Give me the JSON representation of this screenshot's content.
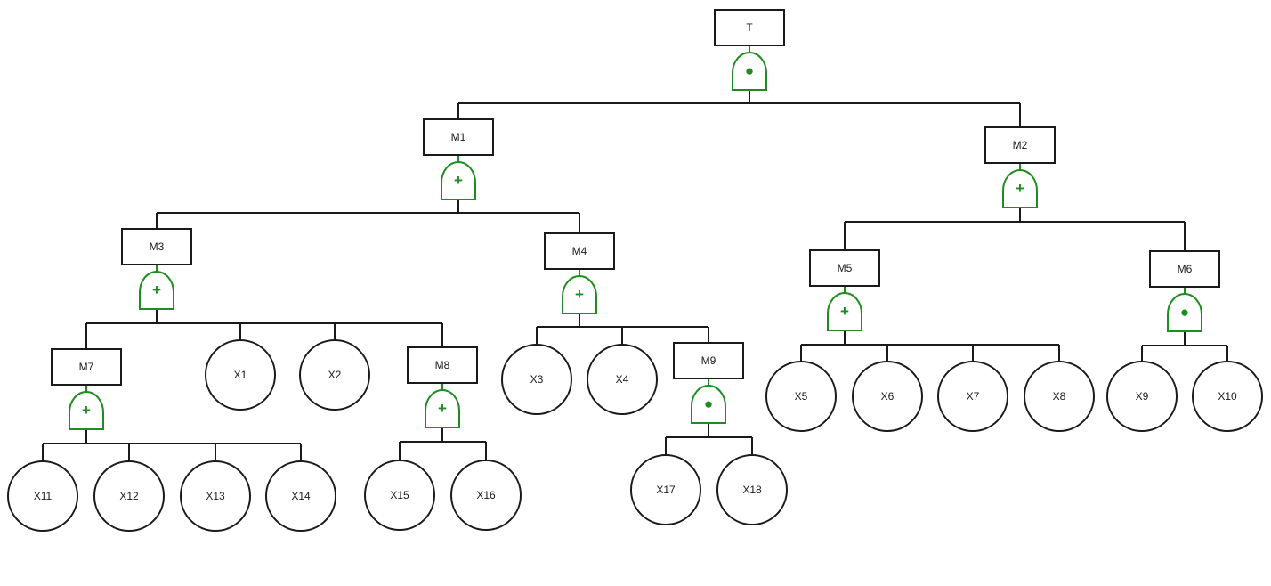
{
  "diagram": {
    "colors": {
      "line": "#1a1a1a",
      "gate": "#1e8c1e"
    },
    "intermediate_events": [
      {
        "id": "T",
        "label": "T"
      },
      {
        "id": "M1",
        "label": "M1"
      },
      {
        "id": "M2",
        "label": "M2"
      },
      {
        "id": "M3",
        "label": "M3"
      },
      {
        "id": "M4",
        "label": "M4"
      },
      {
        "id": "M5",
        "label": "M5"
      },
      {
        "id": "M6",
        "label": "M6"
      },
      {
        "id": "M7",
        "label": "M7"
      },
      {
        "id": "M8",
        "label": "M8"
      },
      {
        "id": "M9",
        "label": "M9"
      }
    ],
    "basic_events": [
      {
        "id": "X1",
        "label": "X1"
      },
      {
        "id": "X2",
        "label": "X2"
      },
      {
        "id": "X3",
        "label": "X3"
      },
      {
        "id": "X4",
        "label": "X4"
      },
      {
        "id": "X5",
        "label": "X5"
      },
      {
        "id": "X6",
        "label": "X6"
      },
      {
        "id": "X7",
        "label": "X7"
      },
      {
        "id": "X8",
        "label": "X8"
      },
      {
        "id": "X9",
        "label": "X9"
      },
      {
        "id": "X10",
        "label": "X10"
      },
      {
        "id": "X11",
        "label": "X11"
      },
      {
        "id": "X12",
        "label": "X12"
      },
      {
        "id": "X13",
        "label": "X13"
      },
      {
        "id": "X14",
        "label": "X14"
      },
      {
        "id": "X15",
        "label": "X15"
      },
      {
        "id": "X16",
        "label": "X16"
      },
      {
        "id": "X17",
        "label": "X17"
      },
      {
        "id": "X18",
        "label": "X18"
      }
    ],
    "gates": [
      {
        "event": "T",
        "type": "and",
        "symbol": "●",
        "inputs": [
          "M1",
          "M2"
        ]
      },
      {
        "event": "M1",
        "type": "or",
        "symbol": "+",
        "inputs": [
          "M3",
          "M4"
        ]
      },
      {
        "event": "M2",
        "type": "or",
        "symbol": "+",
        "inputs": [
          "M5",
          "M6"
        ]
      },
      {
        "event": "M3",
        "type": "or",
        "symbol": "+",
        "inputs": [
          "M7",
          "X1",
          "X2",
          "M8"
        ]
      },
      {
        "event": "M4",
        "type": "or",
        "symbol": "+",
        "inputs": [
          "X3",
          "X4",
          "M9"
        ]
      },
      {
        "event": "M5",
        "type": "or",
        "symbol": "+",
        "inputs": [
          "X5",
          "X6",
          "X7",
          "X8"
        ]
      },
      {
        "event": "M6",
        "type": "and",
        "symbol": "●",
        "inputs": [
          "X9",
          "X10"
        ]
      },
      {
        "event": "M7",
        "type": "or",
        "symbol": "+",
        "inputs": [
          "X11",
          "X12",
          "X13",
          "X14"
        ]
      },
      {
        "event": "M8",
        "type": "or",
        "symbol": "+",
        "inputs": [
          "X15",
          "X16"
        ]
      },
      {
        "event": "M9",
        "type": "and",
        "symbol": "●",
        "inputs": [
          "X17",
          "X18"
        ]
      }
    ]
  }
}
